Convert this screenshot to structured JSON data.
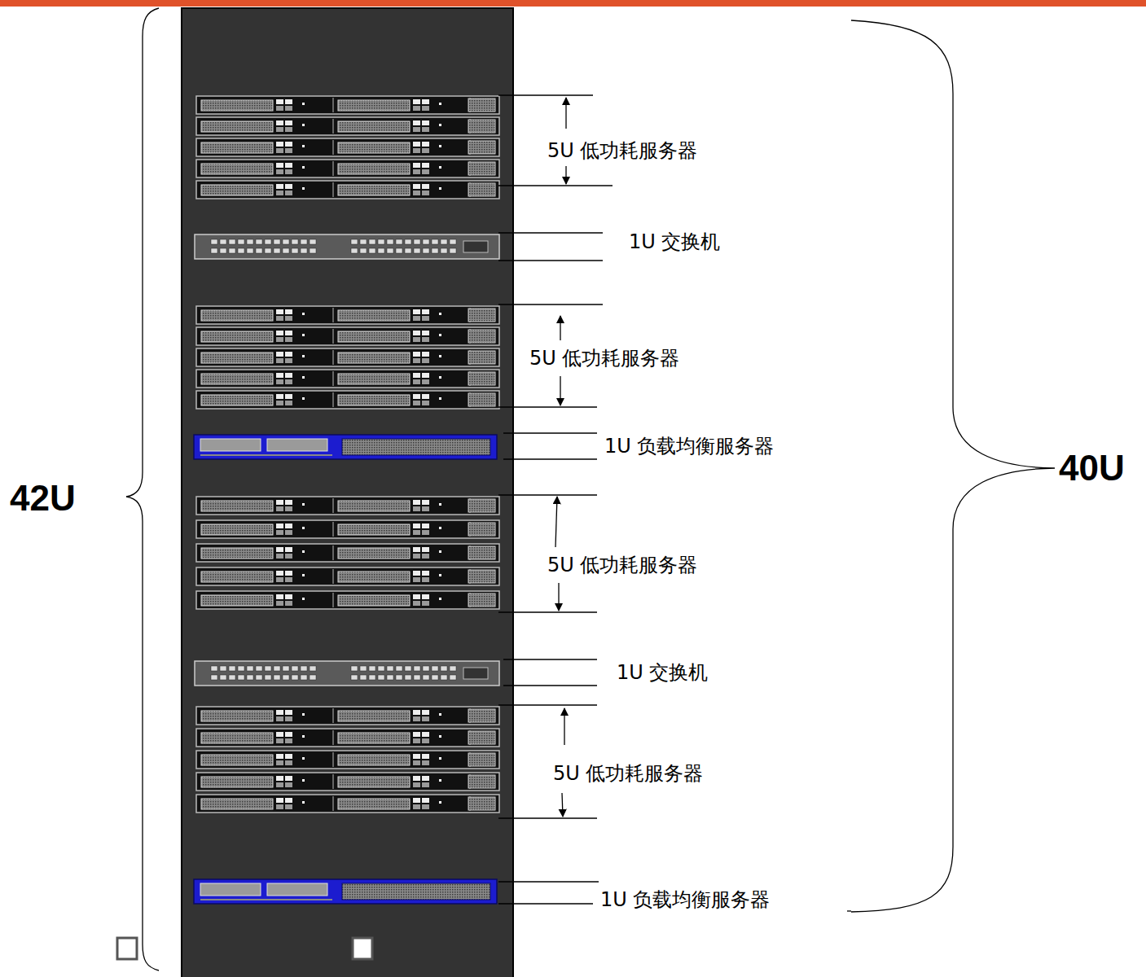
{
  "diagram": {
    "labels": [
      "42U",
      "5U 低功耗服务器",
      "1U 交换机",
      "5U 低功耗服务器",
      "1U 负载均衡服务器",
      "40U",
      "5U 低功耗服务器",
      "1U 交换机",
      "5U 低功耗服务器",
      "1U 负载均衡服务器"
    ]
  }
}
